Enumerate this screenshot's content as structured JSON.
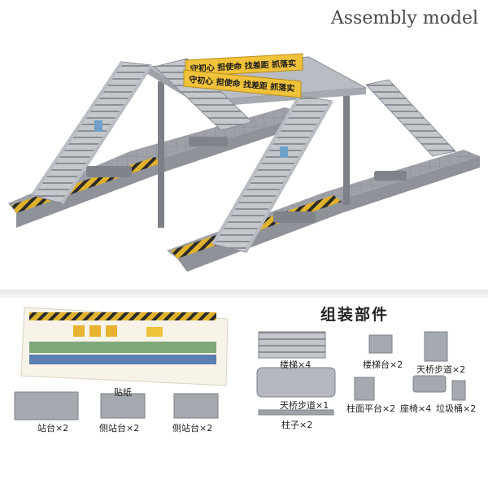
{
  "title": "Assembly model",
  "bridge_signs": {
    "panel_1": "守初心  担使命  找差距  抓落实",
    "panel_2": "守初心  担使命  找差距  抓落实"
  },
  "parts_heading": "组装部件",
  "parts": {
    "stickers": "贴纸",
    "platform": "站台×2",
    "side_platform_1": "侧站台×2",
    "side_platform_2": "侧站台×2",
    "stairs": "楼梯×4",
    "stair_landing": "楼梯台×2",
    "walkway_end": "天桥步道×2",
    "walkway_main": "天桥步道×1",
    "pillar_platform": "柱面平台×2",
    "seat": "座椅×4",
    "trash_bin": "垃圾桶×2",
    "pillar": "柱子×2"
  },
  "colors": {
    "model_grey": "#b9bcc2",
    "hazard_yellow": "#e0b12c",
    "sign_yellow": "#f0c23a"
  }
}
